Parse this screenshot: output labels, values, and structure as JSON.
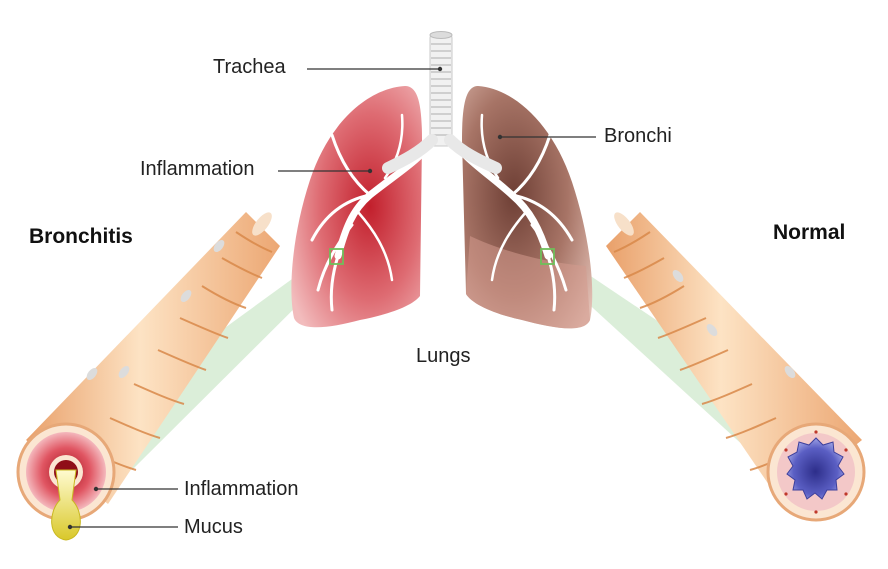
{
  "labels": {
    "trachea": "Trachea",
    "bronchi": "Bronchi",
    "inflammation_lung": "Inflammation",
    "lungs": "Lungs",
    "inflammation_tube": "Inflammation",
    "mucus": "Mucus"
  },
  "titles": {
    "left": "Bronchitis",
    "right": "Normal"
  },
  "colors": {
    "inflamed_lung": "#d9434b",
    "normal_lung": "#8a5a4e",
    "tube_base": "#f6cfa6",
    "tube_band": "#d9894a",
    "normal_lumen": "#4f52b0",
    "mucus": "#e9dc3a",
    "zoom_cone": "#cfe8cc"
  }
}
